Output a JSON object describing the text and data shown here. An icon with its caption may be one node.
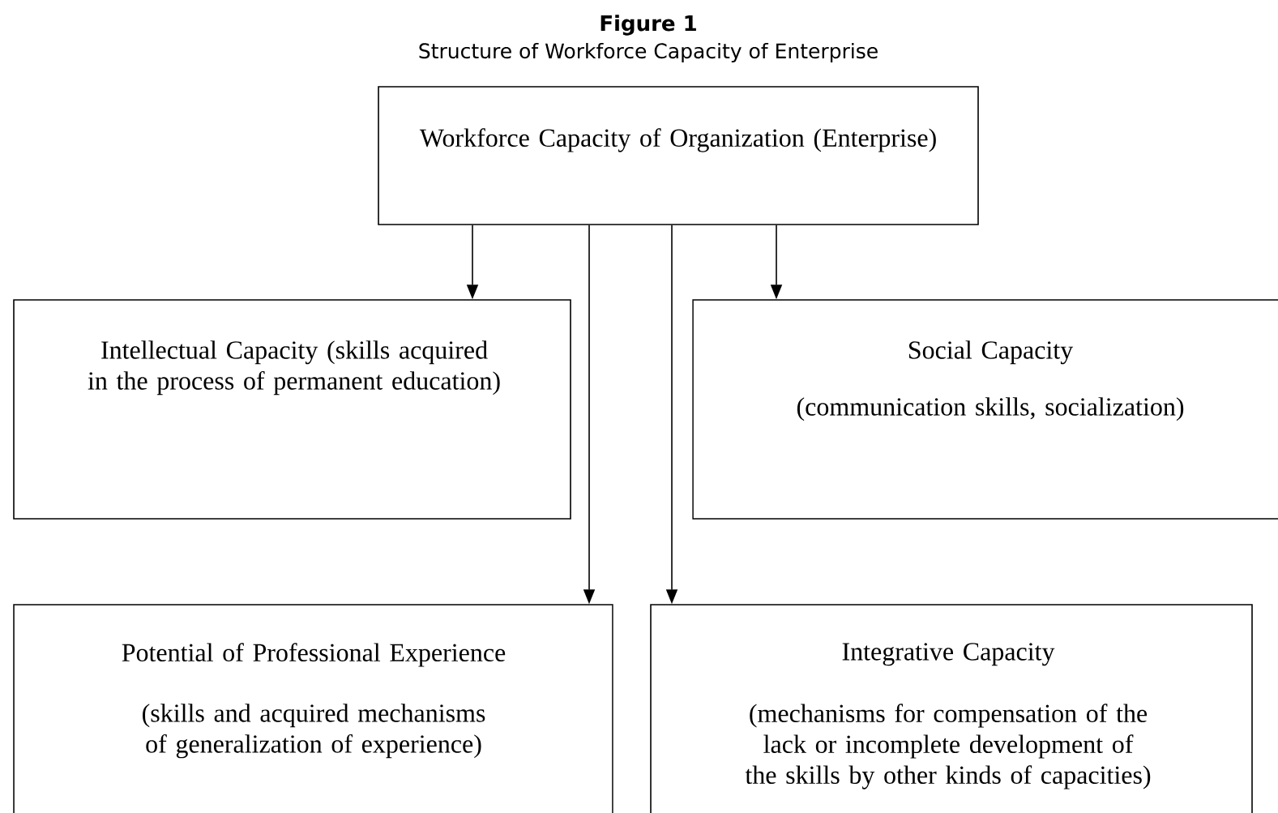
{
  "diagram": {
    "title": "Figure 1",
    "caption": "Structure of Workforce Capacity of Enterprise",
    "nodes": [
      {
        "text": [
          "Workforce Capacity of Organization (Enterprise)"
        ]
      },
      {
        "text": [
          "Intellectual Capacity (skills acquired in the process of permanent education)"
        ]
      },
      {
        "text": [
          "Social Capacity",
          "(communication skills, socialization)"
        ]
      },
      {
        "text": [
          "Potential of Professional Experience",
          "(skills and acquired mechanisms of generalization of experience)"
        ]
      },
      {
        "text": [
          "Integrative Capacity",
          "(mechanisms for compensation of the lack or incomplete development of the skills by other kinds of capacities)"
        ]
      }
    ],
    "edges": [
      {
        "from": 0,
        "to": 1,
        "arrow": "to"
      },
      {
        "from": 0,
        "to": 3,
        "arrow": "to"
      },
      {
        "from": 0,
        "to": 4,
        "arrow": "to"
      },
      {
        "from": 0,
        "to": 2,
        "arrow": "to"
      }
    ]
  }
}
